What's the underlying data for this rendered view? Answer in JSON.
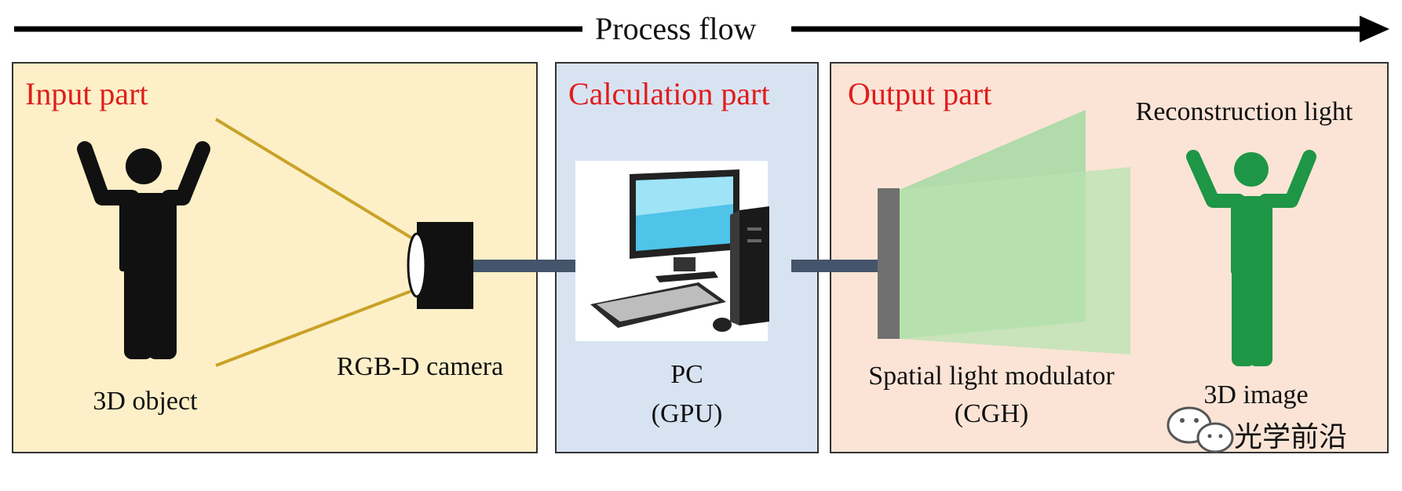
{
  "header": {
    "title": "Process flow"
  },
  "panels": {
    "input": {
      "title": "Input part",
      "object_label": "3D object",
      "camera_label": "RGB-D camera"
    },
    "calculation": {
      "title": "Calculation part",
      "pc_label": "PC",
      "gpu_label": "(GPU)"
    },
    "output": {
      "title": "Output part",
      "reconstruction_label": "Reconstruction light",
      "slm_label": "Spatial light modulator",
      "cgh_label": "(CGH)",
      "image_label": "3D image"
    }
  },
  "watermark": {
    "text": "光学前沿",
    "icon": "wechat-icon"
  },
  "colors": {
    "input_bg": "#fdf0c8",
    "calculation_bg": "#d8e3f2",
    "output_bg": "#fbe4d6",
    "title_red": "#e11c1c",
    "cable": "#44546a",
    "rays": "#c9a227",
    "hologram_green": "#9fd89f",
    "image_green": "#1e9645"
  }
}
